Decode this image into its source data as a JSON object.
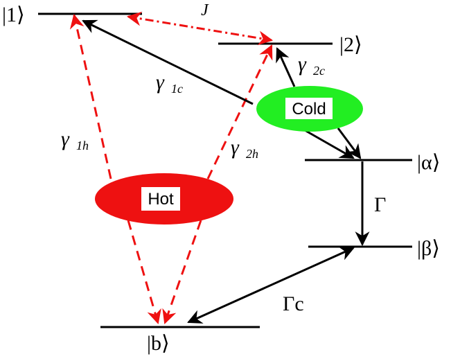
{
  "colors": {
    "line": "#000000",
    "hot": "#ee1111",
    "cold": "#22ee22",
    "dashed_red": "#ee1111"
  },
  "levels": {
    "one": "|1⟩",
    "two": "|2⟩",
    "alpha": "|α⟩",
    "beta": "|β⟩",
    "b": "|b⟩"
  },
  "labels": {
    "J": "J",
    "gamma": "γ",
    "sub_1c": "1c",
    "sub_2c": "2c",
    "sub_1h": "1h",
    "sub_2h": "2h",
    "Gamma": "Γ",
    "Gamma_c": "Γc"
  },
  "reservoirs": {
    "hot": "Hot",
    "cold": "Cold"
  }
}
